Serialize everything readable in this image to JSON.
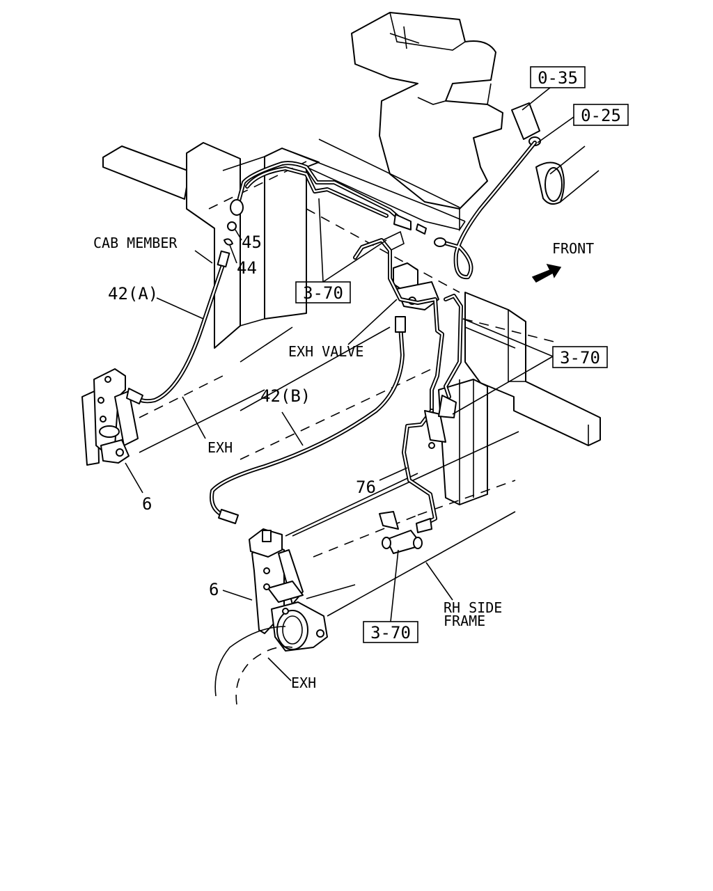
{
  "labels": {
    "ref_0_35": "0-35",
    "ref_0_25": "0-25",
    "ref_3_70_a": "3-70",
    "ref_3_70_b": "3-70",
    "ref_3_70_c": "3-70",
    "front": "FRONT",
    "cab_member": "CAB MEMBER",
    "part_45": "45",
    "part_44": "44",
    "part_42a": "42(A)",
    "exh_valve": "EXH VALVE",
    "part_42b": "42(B)",
    "exh_upper": "EXH",
    "part_6_left": "6",
    "part_76": "76",
    "part_6_lower": "6",
    "rh_side": "RH SIDE",
    "frame": "FRAME",
    "exh_lower": "EXH"
  },
  "icons": {
    "front_arrow": "arrow-front-icon"
  }
}
